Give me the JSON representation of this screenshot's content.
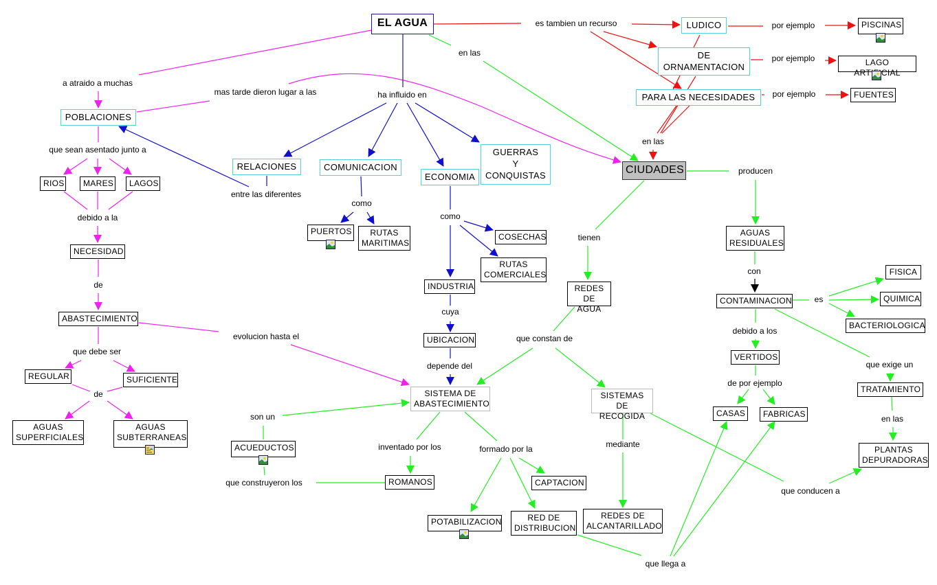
{
  "title": "EL AGUA",
  "colors": {
    "magenta": "#ee22ee",
    "blue": "#1010cc",
    "darkblue": "#1a1a8c",
    "green": "#22ee22",
    "red": "#ee1111",
    "cyan_border": "#4fd6dd",
    "city_fill": "#c0c0c0",
    "black": "#000000"
  },
  "concepts": {
    "agua": "EL AGUA",
    "poblaciones": "POBLACIONES",
    "rios": "RIOS",
    "mares": "MARES",
    "lagos": "LAGOS",
    "necesidad": "NECESIDAD",
    "abastecimiento": "ABASTECIMIENTO",
    "regular": "REGULAR",
    "suficiente": "SUFICIENTE",
    "superficiales": "AGUAS\nSUPERFICIALES",
    "subterraneas": "AGUAS\nSUBTERRANEAS",
    "relaciones": "RELACIONES",
    "comunicacion": "COMUNICACION",
    "economia": "ECONOMIA",
    "guerras": "GUERRAS\nY\nCONQUISTAS",
    "puertos": "PUERTOS",
    "rutas_maritimas": "RUTAS\nMARITIMAS",
    "cosechas": "COSECHAS",
    "rutas_comerciales": "RUTAS\nCOMERCIALES",
    "industria": "INDUSTRIA",
    "ubicacion": "UBICACION",
    "sistema_abast": "SISTEMA DE\nABASTECIMIENTO",
    "acueductos": "ACUEDUCTOS",
    "romanos": "ROMANOS",
    "potabilizacion": "POTABILIZACION",
    "red_distribucion": "RED DE\nDISTRIBUCION",
    "captacion": "CAPTACION",
    "ciudades": "CIUDADES",
    "ludico": "LUDICO",
    "ornamentacion": "DE\nORNAMENTACION",
    "necesidades": "PARA LAS NECESIDADES",
    "piscinas": "PISCINAS",
    "lago_artificial": "LAGO ARTIFICIAL",
    "fuentes": "FUENTES",
    "redes_agua": "REDES\nDE AGUA",
    "sistemas_recogida": "SISTEMAS DE\nRECOGIDA",
    "redes_alcantarillado": "REDES DE\nALCANTARILLADO",
    "aguas_residuales": "AGUAS\nRESIDUALES",
    "contaminacion": "CONTAMINACION",
    "fisica": "FISICA",
    "quimica": "QUIMICA",
    "bacteriologica": "BACTERIOLOGICA",
    "vertidos": "VERTIDOS",
    "casas": "CASAS",
    "fabricas": "FABRICAS",
    "tratamiento": "TRATAMIENTO",
    "plantas": "PLANTAS\nDEPURADORAS"
  },
  "links": {
    "a_atraido": "a atraido a muchas",
    "mas_tarde": "mas tarde dieron lugar a las",
    "que_sean": "que sean asentado junto a",
    "debido_a_la": "debido a la",
    "de1": "de",
    "que_debe_ser": "que debe ser",
    "de2": "de",
    "evolucion": "evolucion hasta el",
    "ha_influido": "ha influido en",
    "entre_las": "entre las diferentes",
    "como1": "como",
    "como2": "como",
    "cuya": "cuya",
    "depende_del": "depende del",
    "son_un": "son un",
    "que_construyeron": "que construyeron los",
    "inventado_por": "inventado por los",
    "formado_por": "formado por la",
    "en_las_top": "en las",
    "es_tambien": "es tambien un recurso",
    "por_ejemplo1": "por ejemplo",
    "por_ejemplo2": "por ejemplo",
    "por_ejemplo3": "por ejemplo",
    "en_las_ciudades": "en las",
    "producen": "producen",
    "tienen": "tienen",
    "que_constan": "que constan de",
    "mediante": "mediante",
    "que_llega": "que llega a",
    "con": "con",
    "es": "es",
    "debido_a_los": "debido a los",
    "de_por_ejemplo": "de por ejemplo",
    "que_exige": "que exige un",
    "en_las_plantas": "en las",
    "que_conducen": "que conducen a"
  },
  "icons": {
    "image_resource": "image-icon",
    "document_resource": "document-image-icon"
  }
}
